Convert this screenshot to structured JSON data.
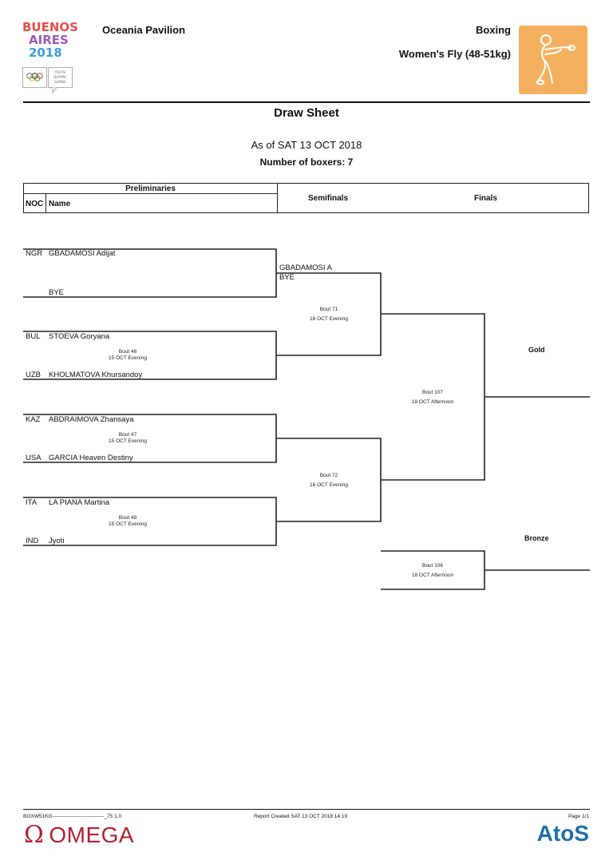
{
  "header": {
    "logo_lines": [
      "BUENOS",
      "AIRES",
      "2018"
    ],
    "logo_colors": [
      "#e94c4c",
      "#f2b05e",
      "#3aa0d8",
      "#8bc34a",
      "#9c5bb5"
    ],
    "yog_text": "YOUTH OLYMPIC GAMES",
    "venue": "Oceania Pavilion",
    "sport": "Boxing",
    "event": "Women's Fly (48-51kg)",
    "pictogram_color": "#f2b05e"
  },
  "document": {
    "title": "Draw Sheet",
    "as_of": "As of SAT 13 OCT 2018",
    "boxer_count": "Number of boxers: 7"
  },
  "columns": {
    "preliminaries": "Preliminaries",
    "noc": "NOC",
    "name": "Name",
    "semifinals": "Semifinals",
    "finals": "Finals"
  },
  "preliminaries": [
    {
      "top": {
        "noc": "NGR",
        "name": "GBADAMOSI Adijat"
      },
      "bottom": {
        "noc": "",
        "name": "BYE"
      },
      "bout": "",
      "date": ""
    },
    {
      "top": {
        "noc": "BUL",
        "name": "STOEVA Goryana"
      },
      "bottom": {
        "noc": "UZB",
        "name": "KHOLMATOVA Khursandoy"
      },
      "bout": "Bout  46",
      "date": "15 OCT Evening"
    },
    {
      "top": {
        "noc": "KAZ",
        "name": "ABDRAIMOVA Zhansaya"
      },
      "bottom": {
        "noc": "USA",
        "name": "GARCIA Heaven Destiny"
      },
      "bout": "Bout  47",
      "date": "15 OCT Evening"
    },
    {
      "top": {
        "noc": "ITA",
        "name": "LA PIANA Martina"
      },
      "bottom": {
        "noc": "IND",
        "name": "Jyoti"
      },
      "bout": "Bout  48",
      "date": "15 OCT Evening"
    }
  ],
  "semifinals": [
    {
      "advance_name": "GBADAMOSI A",
      "advance_note": "BYE",
      "bout": "Bout  71",
      "date": "16 OCT Evening"
    },
    {
      "advance_name": "",
      "advance_note": "",
      "bout": "Bout  72",
      "date": "16 OCT Evening"
    }
  ],
  "finals": {
    "gold": {
      "label": "Gold",
      "bout": "Bout  107",
      "date": "18 OCT Afternoon"
    },
    "bronze": {
      "label": "Bronze",
      "bout": "Bout  106",
      "date": "18 OCT Afternoon"
    }
  },
  "footer": {
    "report_code": "BOXW51KG------------------------------_75 1.0",
    "report_created": "Report Created  SAT 13 OCT 2018 14:19",
    "page": "Page 1/1",
    "omega_symbol": "Ω",
    "omega_text": "OMEGA",
    "omega_color": "#b3202d",
    "atos_text": "AtoS",
    "atos_color": "#1e6fa8"
  }
}
